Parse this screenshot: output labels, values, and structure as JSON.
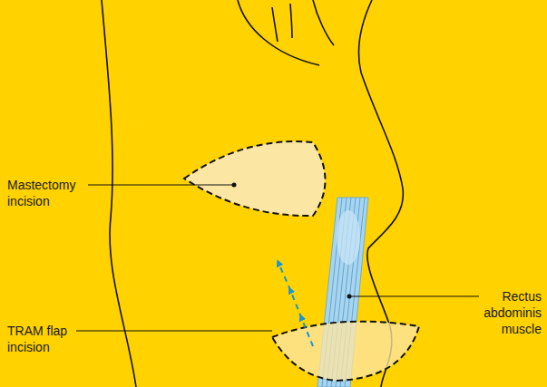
{
  "diagram": {
    "labels": [
      "Mastectomy incision",
      "Rectus abdominis muscle",
      "TRAM flap incision"
    ]
  }
}
